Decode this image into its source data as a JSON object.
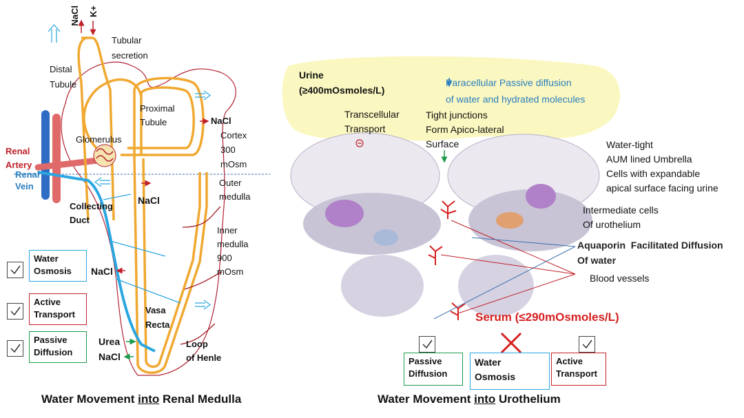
{
  "left": {
    "labels": {
      "nacl_top": "NaCl",
      "k_top": "K+",
      "tubular_secretion": "Tubular\nsecretion",
      "distal_tubule": "Distal\nTubule",
      "proximal_tubule": "Proximal\nTubule",
      "nacl_proximal": "NaCl",
      "cortex": "Cortex\n300\nmOsm",
      "glomerulus": "Glomerulus",
      "renal_artery": "Renal\nArtery",
      "renal_vein": "Renal\nVein",
      "outer_medulla": "Outer\nmedulla",
      "nacl_mid": "NaCl",
      "collecting_duct": "Collecting\nDuct",
      "inner_medulla": "Inner\nmedulla\n900\nmOsm",
      "nacl_left": "NaCl",
      "vasa_recta": "Vasa\nRecta",
      "urea": "Urea",
      "nacl_bottom": "NaCl",
      "loop_of_henle": "Loop\nof Henle"
    },
    "legend": {
      "water_osmosis": "Water\nOsmosis",
      "active_transport": "Active\nTransport",
      "passive_diffusion": "Passive\nDiffusion"
    },
    "caption_pre": "Water Movement ",
    "caption_u": "into",
    "caption_post": " Renal Medulla"
  },
  "right": {
    "labels": {
      "urine": "Urine\n(≥400mOsmoles/L)",
      "paracellular": "Paracellular Passive diffusion\nof water and hydrated molecules",
      "transcellular": "Transcellular\nTransport",
      "tight_junctions": "Tight junctions\nForm Apico-lateral\nSurface",
      "water_tight": "Water-tight\nAUM lined Umbrella\nCells with expandable\napical surface facing urine",
      "intermediate": "Intermediate cells\nOf urothelium",
      "aquaporin": "Aquaporin  Facilitated Diffusion\nOf water",
      "blood_vessels": "Blood vessels",
      "serum": "Serum (≤290mOsmoles/L)"
    },
    "legend": {
      "passive_diffusion": "Passive\nDiffusion",
      "water_osmosis": "Water\nOsmosis",
      "active_transport": "Active\nTransport"
    },
    "caption_pre": "Water Movement ",
    "caption_u": "into",
    "caption_post": " Urothelium"
  },
  "colors": {
    "nephron_orange": "#f0a830",
    "collecting_blue": "#2aa6e0",
    "vasa_red": "#a01820",
    "active_red": "#c0202a",
    "passive_green": "#1a9a4a",
    "osmosis_blue": "#2aa6e0",
    "urine_yellow": "#fbf7c0"
  }
}
